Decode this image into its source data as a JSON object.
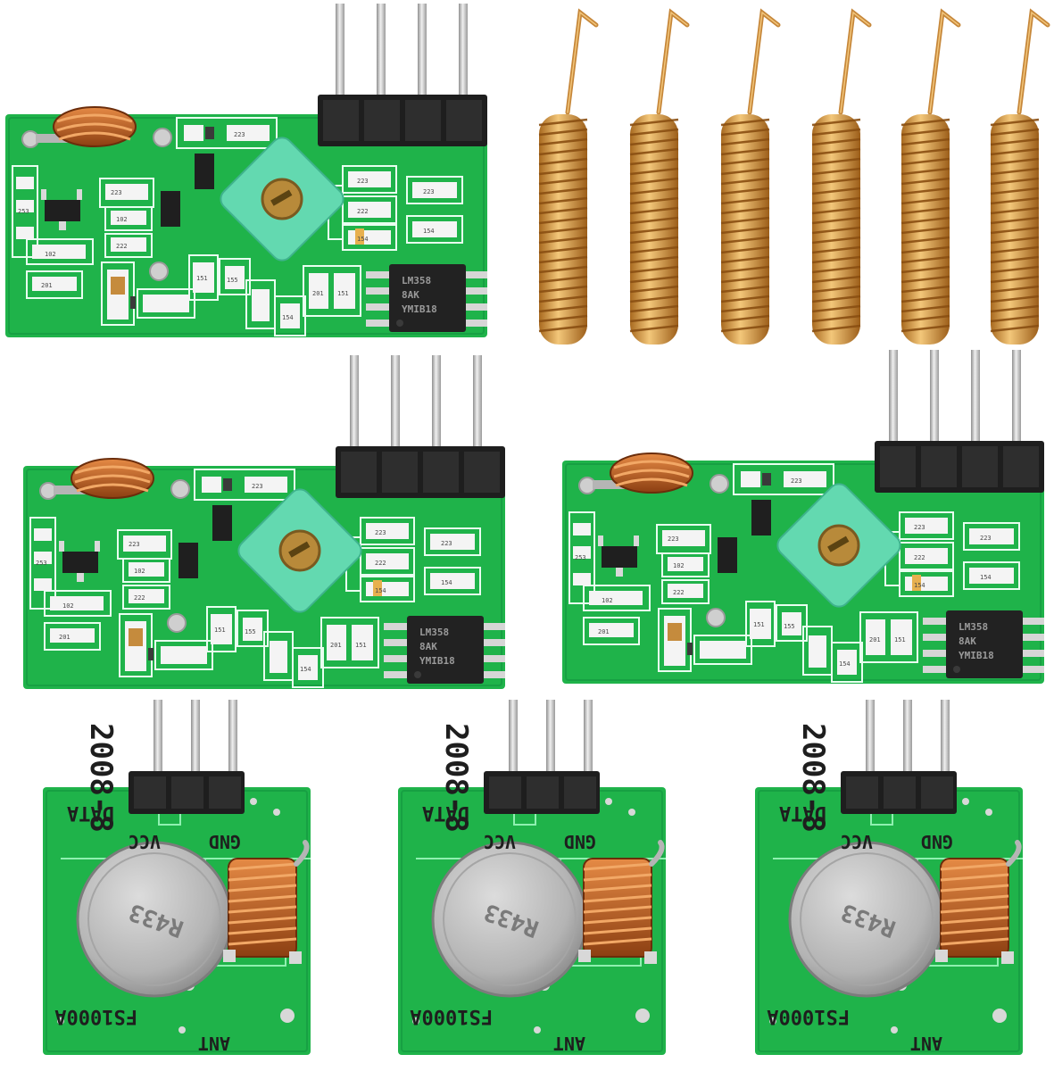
{
  "scene": {
    "background": "#ffffff",
    "colors": {
      "pcb_green": "#1fb34a",
      "pcb_dark": "#14923a",
      "copper": "#c9762d",
      "spring_gold": "#d9a24a",
      "trimmer_teal": "#63d9b0",
      "pin_silver": "#c8c8c8",
      "header_black": "#1e1e1e",
      "chip_black": "#222222"
    }
  },
  "receivers": [
    {
      "chip_line1": "LM358",
      "chip_line2": "8AK",
      "chip_line3": "YMIB18"
    },
    {
      "chip_line1": "LM358",
      "chip_line2": "8AK",
      "chip_line3": "YMIB18"
    },
    {
      "chip_line1": "LM358",
      "chip_line2": "8AK",
      "chip_line3": "YMIB18"
    }
  ],
  "transmitters": [
    {
      "data": "DATA",
      "vcc": "VCC",
      "gnd": "GND",
      "model": "2008-8",
      "part": "FS1000A",
      "ant": "ANT",
      "crystal": "R433"
    },
    {
      "data": "DATA",
      "vcc": "VCC",
      "gnd": "GND",
      "model": "2008-8",
      "part": "FS1000A",
      "ant": "ANT",
      "crystal": "R433"
    },
    {
      "data": "DATA",
      "vcc": "VCC",
      "gnd": "GND",
      "model": "2008-8",
      "part": "FS1000A",
      "ant": "ANT",
      "crystal": "R433"
    }
  ],
  "antennas": {
    "count": 6,
    "icon": "spring-antenna-icon"
  }
}
